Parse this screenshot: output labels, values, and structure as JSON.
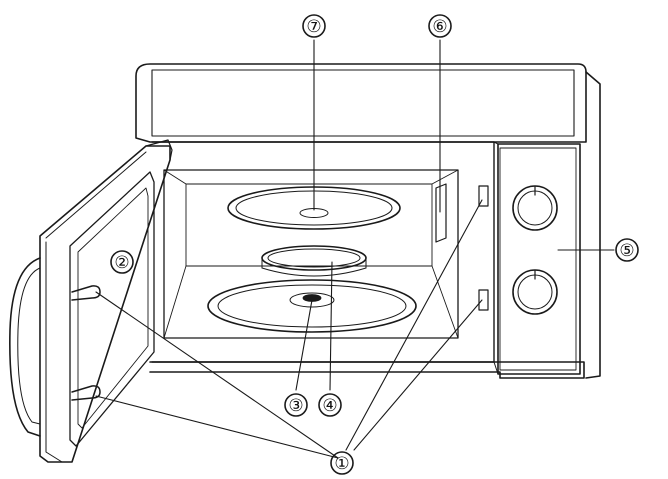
{
  "colors": {
    "line": "#1a1a1a",
    "background": "#ffffff"
  },
  "callouts": [
    {
      "id": "c1",
      "label": "①"
    },
    {
      "id": "c2",
      "label": "②"
    },
    {
      "id": "c3",
      "label": "③"
    },
    {
      "id": "c4",
      "label": "④"
    },
    {
      "id": "c5",
      "label": "⑤"
    },
    {
      "id": "c6",
      "label": "⑥"
    },
    {
      "id": "c7",
      "label": "⑦"
    }
  ]
}
